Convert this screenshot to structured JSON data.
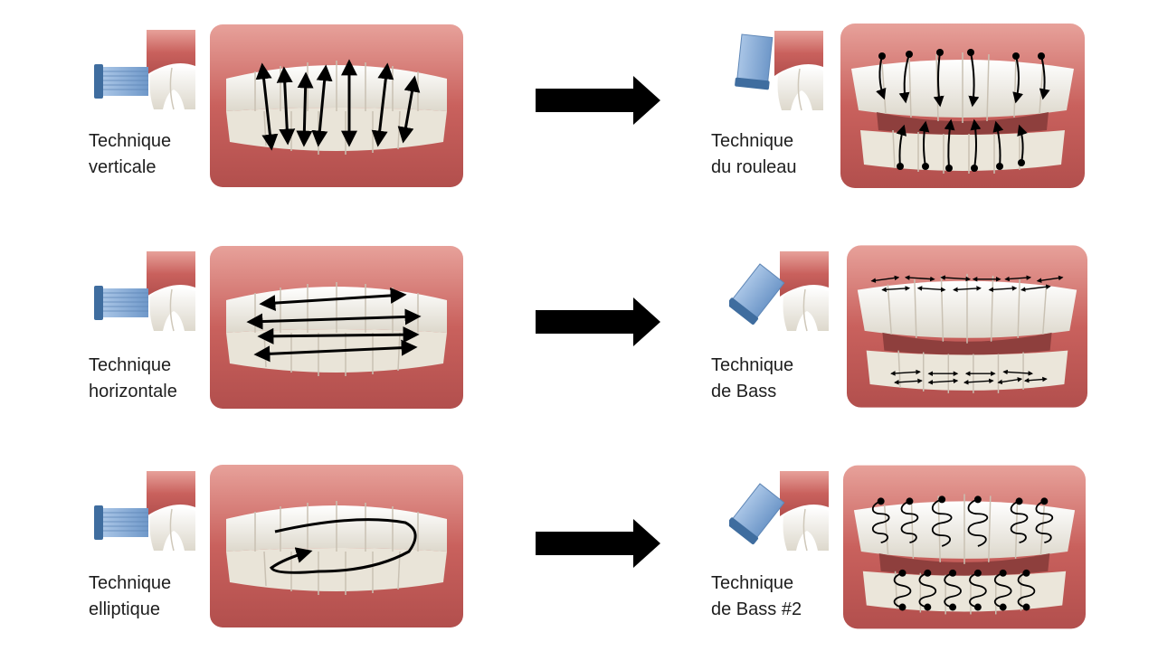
{
  "rows": [
    {
      "left": {
        "line1": "Technique",
        "line2": "verticale"
      },
      "right": {
        "line1": "Technique",
        "line2": "du rouleau"
      }
    },
    {
      "left": {
        "line1": "Technique",
        "line2": "horizontale"
      },
      "right": {
        "line1": "Technique",
        "line2": "de Bass"
      }
    },
    {
      "left": {
        "line1": "Technique",
        "line2": "elliptique"
      },
      "right": {
        "line1": "Technique",
        "line2": "de Bass #2"
      }
    }
  ],
  "colors": {
    "gum": "#c9615d",
    "gum_light": "#e3928c",
    "tooth": "#f4f1ea",
    "brush": "#7fa7d4",
    "brush_dark": "#3f6d9f",
    "arrow": "#000000"
  }
}
